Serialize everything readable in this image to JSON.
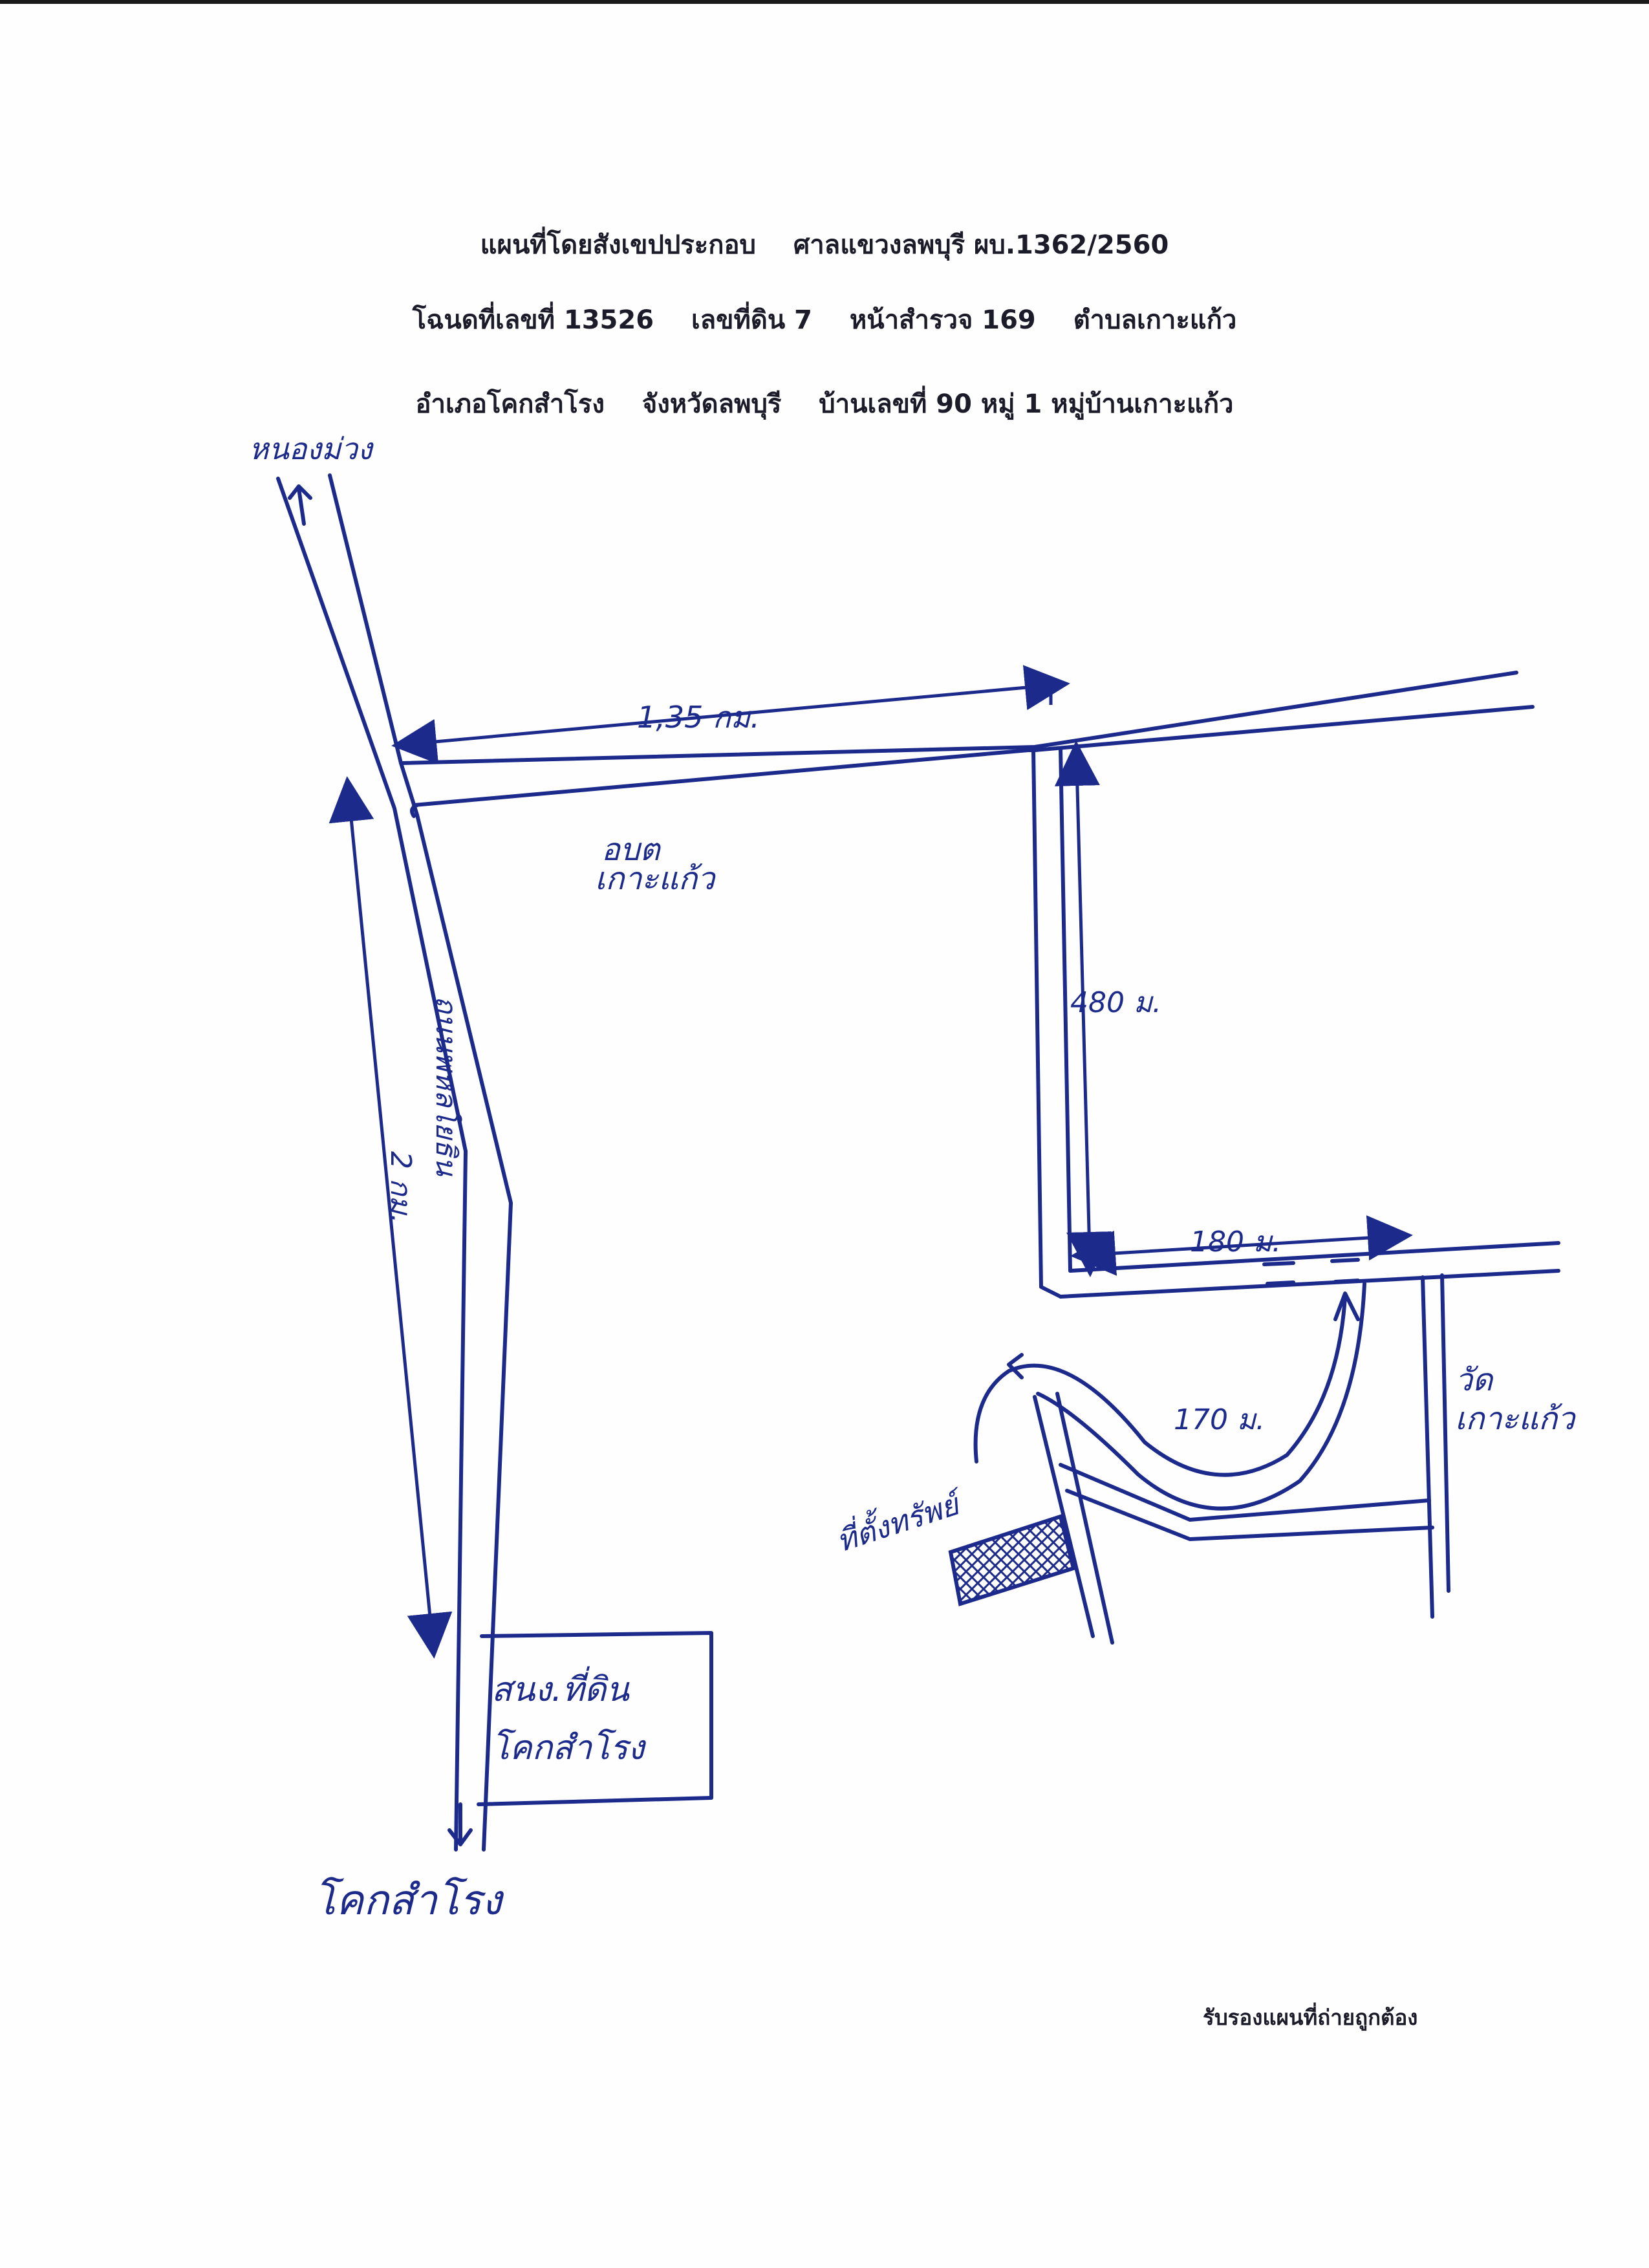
{
  "header": {
    "line1": {
      "title": "แผนที่โดยสังเขปประกอบ",
      "court": "ศาลแขวงลพบุรี ผบ.1362/2560"
    },
    "line2": {
      "deed_no": "โฉนดที่เลขที่ 13526",
      "land_no": "เลขที่ดิน 7",
      "survey_page": "หน้าสำรวจ 169",
      "subdistrict": "ตำบลเกาะแก้ว"
    },
    "line3": {
      "district": "อำเภอโคกสำโรง",
      "province": "จังหวัดลพบุรี",
      "house": "บ้านเลขที่ 90 หมู่ 1 หมู่บ้านเกาะแก้ว"
    }
  },
  "map": {
    "north_destination": "หนองม่วง",
    "south_destination": "โคกสำโรง",
    "main_road_name": "ถนนพหลโยธิน",
    "tambon_label_line1": "อบต",
    "tambon_label_line2": "เกาะแก้ว",
    "office_label_line1": "สนง.ที่ดิน",
    "office_label_line2": "โคกสำโรง",
    "temple_label_line1": "วัด",
    "temple_label_line2": "เกาะแก้ว",
    "property_label": "ที่ตั้งทรัพย์",
    "distance_east": "1,35 กม.",
    "distance_south": "480 ม.",
    "distance_east_2": "180 ม.",
    "distance_curve": "170 ม.",
    "distance_main_road": "2 กม."
  },
  "certification": "รับรองแผนที่ถ่ายถูกต้อง",
  "colors": {
    "ink": "#1c2a8c",
    "print": "#1b1b2a",
    "paper": "#fefefe"
  }
}
